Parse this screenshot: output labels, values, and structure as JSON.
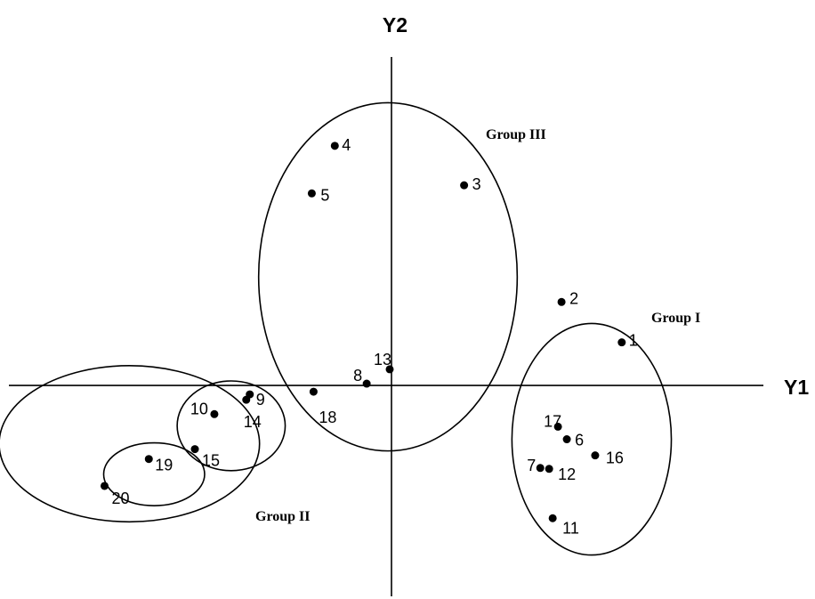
{
  "chart_data": {
    "type": "scatter",
    "x_axis_label": "Y1",
    "y_axis_label": "Y2",
    "xlim": [
      -4.32,
      4.32
    ],
    "ylim": [
      -2.38,
      3.66
    ],
    "grid": false,
    "legend": "none",
    "points": [
      {
        "label": "1",
        "x": 2.6,
        "y": 0.48
      },
      {
        "label": "2",
        "x": 1.92,
        "y": 0.93
      },
      {
        "label": "3",
        "x": 0.82,
        "y": 2.23
      },
      {
        "label": "4",
        "x": -0.64,
        "y": 2.67
      },
      {
        "label": "5",
        "x": -0.9,
        "y": 2.14
      },
      {
        "label": "6",
        "x": 1.98,
        "y": -0.6
      },
      {
        "label": "7",
        "x": 1.68,
        "y": -0.92
      },
      {
        "label": "8",
        "x": -0.28,
        "y": 0.02
      },
      {
        "label": "9",
        "x": -1.6,
        "y": -0.1
      },
      {
        "label": "10",
        "x": -2.0,
        "y": -0.32
      },
      {
        "label": "11",
        "x": 1.82,
        "y": -1.48
      },
      {
        "label": "12",
        "x": 1.78,
        "y": -0.93
      },
      {
        "label": "13",
        "x": -0.02,
        "y": 0.18
      },
      {
        "label": "14",
        "x": -1.64,
        "y": -0.16
      },
      {
        "label": "15",
        "x": -2.22,
        "y": -0.71
      },
      {
        "label": "16",
        "x": 2.3,
        "y": -0.78
      },
      {
        "label": "17",
        "x": 1.88,
        "y": -0.46
      },
      {
        "label": "18",
        "x": -0.88,
        "y": -0.07
      },
      {
        "label": "19",
        "x": -2.74,
        "y": -0.82
      },
      {
        "label": "20",
        "x": -3.24,
        "y": -1.12
      }
    ],
    "groups": [
      {
        "name": "Group I",
        "cx": 2.26,
        "cy": -0.6,
        "rx": 0.9,
        "ry": 1.29
      },
      {
        "name": "Group II",
        "cx": -2.96,
        "cy": -0.65,
        "rx": 1.47,
        "ry": 0.87
      },
      {
        "name": "Group III",
        "cx": -0.04,
        "cy": 1.21,
        "rx": 1.46,
        "ry": 1.94
      }
    ],
    "subgroups": [
      {
        "cx": -1.81,
        "cy": -0.45,
        "rx": 0.61,
        "ry": 0.5
      },
      {
        "cx": -2.68,
        "cy": -0.99,
        "rx": 0.57,
        "ry": 0.35
      }
    ]
  }
}
